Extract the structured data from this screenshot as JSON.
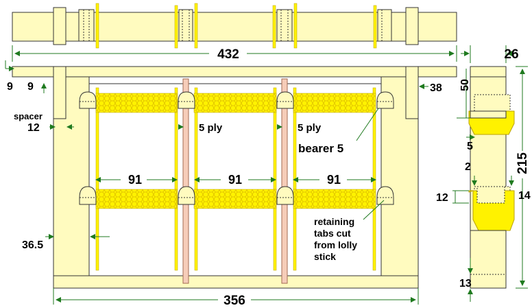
{
  "colors": {
    "wood": "#fffbbf",
    "comb": "#fff200",
    "ply": "#f6cdb9",
    "dimension": "#1f7a1f",
    "outline": "#333333"
  },
  "labels": {
    "top_length": "432",
    "side_width": "26",
    "lug_thickness_left": "9",
    "lug_drop_left": "9",
    "lug_right": "38",
    "side_height_top": "50",
    "spacer_label": "spacer",
    "spacer_width": "12",
    "ply_left": "5 ply",
    "ply_right": "5 ply",
    "bearer": "bearer 5",
    "bay_1": "91",
    "bay_2": "91",
    "bay_3": "91",
    "side_5": "5",
    "side_2": "2",
    "side_215": "215",
    "side_12": "12",
    "side_14": "14",
    "side_13": "13",
    "left_offset": "36.5",
    "retaining_line_1": "retaining",
    "retaining_line_2": "tabs cut",
    "retaining_line_3": "from lolly",
    "retaining_line_4": "stick",
    "bottom_length": "356"
  }
}
